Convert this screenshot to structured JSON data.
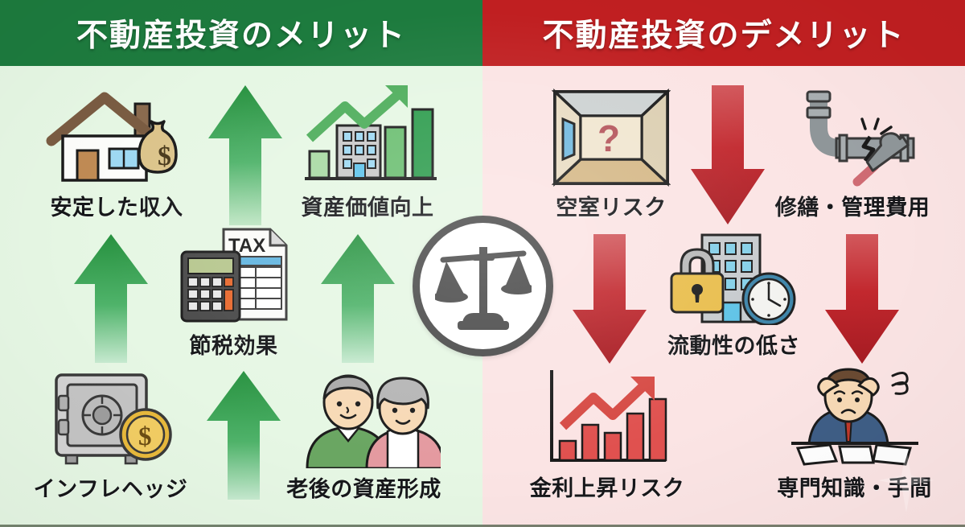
{
  "page": {
    "title_left": "不動産投資のメリット",
    "title_right": "不動産投資のデメリット",
    "colors": {
      "header_green": "#1d7b3e",
      "header_red": "#c01f21",
      "bg_left": "#e6f7e4",
      "bg_right": "#fbe4e4",
      "arrow_up_green": "#2e9b4e",
      "arrow_down_red": "#c0272d",
      "caption_text": "#16171a"
    }
  },
  "center": {
    "icon": "balance-scale-icon"
  },
  "merits": [
    {
      "id": "stable-income",
      "label": "安定した収入",
      "icon": "house-with-money-bag-icon"
    },
    {
      "id": "asset-value-up",
      "label": "資産価値向上",
      "icon": "building-growth-chart-icon"
    },
    {
      "id": "tax-saving",
      "label": "節税効果",
      "icon": "tax-document-calculator-icon"
    },
    {
      "id": "inflation-hedge",
      "label": "インフレヘッジ",
      "icon": "safe-with-coin-icon"
    },
    {
      "id": "retirement-assets",
      "label": "老後の資産形成",
      "icon": "elderly-couple-icon"
    }
  ],
  "demerits": [
    {
      "id": "vacancy-risk",
      "label": "空室リスク",
      "icon": "empty-room-question-icon"
    },
    {
      "id": "repair-management",
      "label": "修繕・管理費用",
      "icon": "broken-pipe-tools-icon"
    },
    {
      "id": "low-liquidity",
      "label": "流動性の低さ",
      "icon": "lock-building-clock-icon"
    },
    {
      "id": "interest-rate-risk",
      "label": "金利上昇リスク",
      "icon": "rising-bar-chart-red-icon"
    },
    {
      "id": "expertise-effort",
      "label": "専門知識・手間",
      "icon": "stressed-person-papers-icon"
    }
  ],
  "arrows": {
    "merit_up": [
      {
        "id": "merit-arrow-1"
      },
      {
        "id": "merit-arrow-2"
      },
      {
        "id": "merit-arrow-3"
      }
    ],
    "demerit_down": [
      {
        "id": "demerit-arrow-1"
      },
      {
        "id": "demerit-arrow-2"
      },
      {
        "id": "demerit-arrow-3"
      }
    ]
  }
}
